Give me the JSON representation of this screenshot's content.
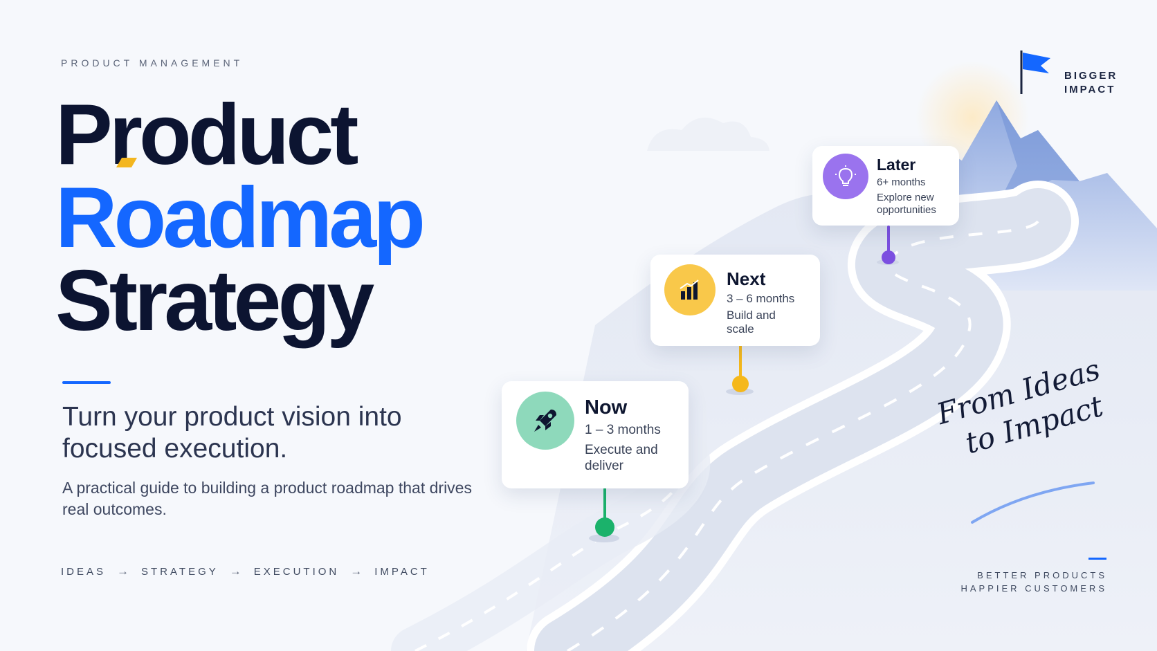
{
  "eyebrow": "PRODUCT MANAGEMENT",
  "title": {
    "line1": "Product",
    "line2": "Roadmap",
    "line3": "Strategy"
  },
  "subtitle": "Turn your product vision into focused execution.",
  "description": "A practical guide to building a product roadmap that drives real outcomes.",
  "flow": {
    "items": [
      "IDEAS",
      "STRATEGY",
      "EXECUTION",
      "IMPACT"
    ],
    "separator": "→"
  },
  "milestones": [
    {
      "title": "Now",
      "period": "1 – 3 months",
      "description": "Execute and deliver",
      "icon": "rocket-icon",
      "color": "#1bb26b",
      "icon_bg": "#8ed9bb"
    },
    {
      "title": "Next",
      "period": "3 – 6 months",
      "description": "Build and scale",
      "icon": "bar-chart-icon",
      "color": "#f5b81b",
      "icon_bg": "#f9c84a"
    },
    {
      "title": "Later",
      "period": "6+ months",
      "description": "Explore new opportunities",
      "icon": "lightbulb-icon",
      "color": "#7b4fe0",
      "icon_bg": "#9a73ee"
    }
  ],
  "peak_label": {
    "line1": "BIGGER",
    "line2": "IMPACT"
  },
  "script_text": {
    "line1": "From Ideas",
    "line2": "to Impact"
  },
  "tagline": {
    "line1": "BETTER PRODUCTS",
    "line2": "HAPPIER CUSTOMERS"
  },
  "colors": {
    "accent": "#1467ff",
    "dark": "#0c1431",
    "highlight": "#f3b61f"
  }
}
